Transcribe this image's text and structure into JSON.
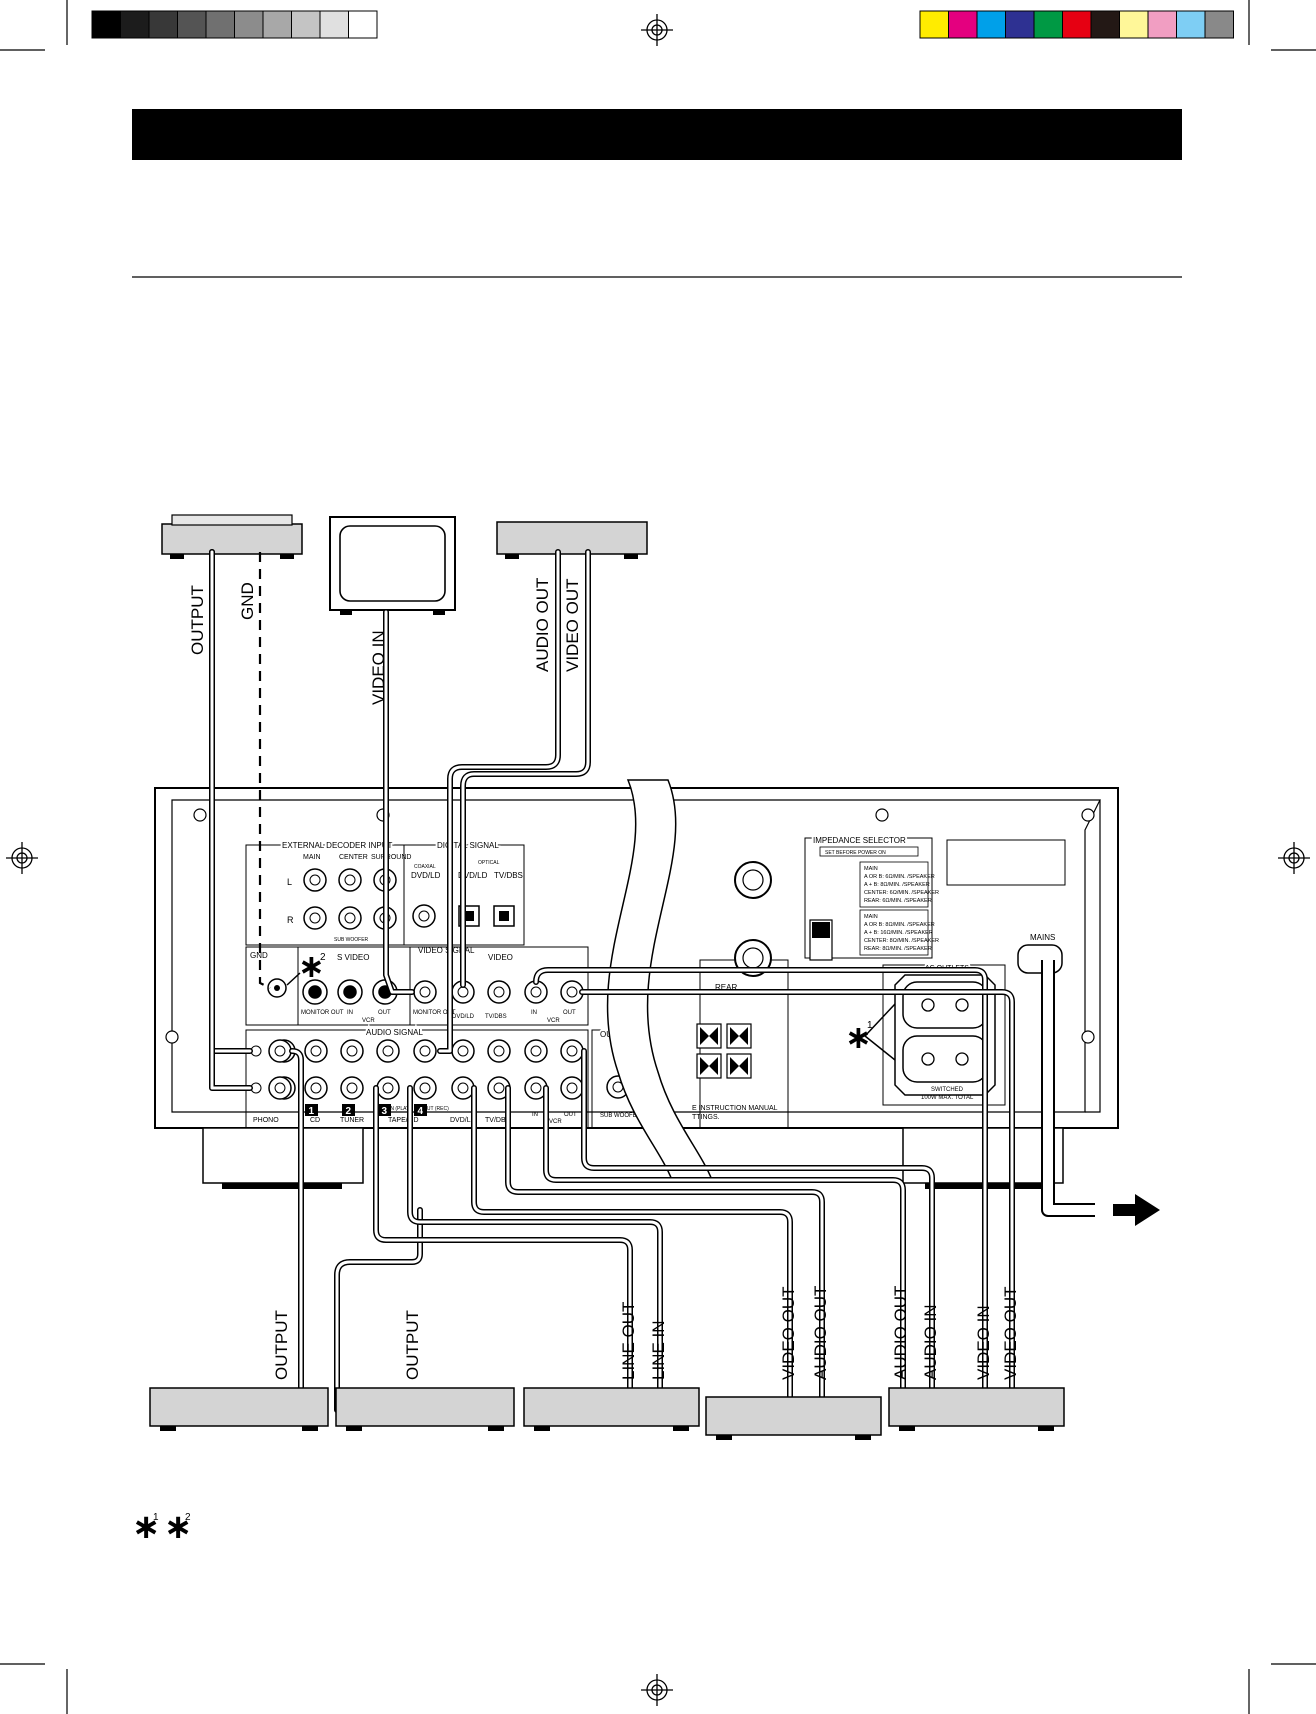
{
  "header_bar": {
    "text": ""
  },
  "calibration": {
    "gray_steps": [
      "#000000",
      "#1c1c1c",
      "#383838",
      "#545454",
      "#707070",
      "#8c8c8c",
      "#a8a8a8",
      "#c4c4c4",
      "#e0e0e0",
      "#ffffff"
    ],
    "color_steps": [
      "#ffec00",
      "#e4007f",
      "#00a0e9",
      "#2e3192",
      "#009944",
      "#e60012",
      "#231815",
      "#fff799",
      "#f19ec2",
      "#7ecef4",
      "#898989"
    ]
  },
  "top_devices": {
    "left": {
      "labels": [
        "OUTPUT",
        "GND"
      ]
    },
    "tv": {
      "labels": [
        "VIDEO IN"
      ]
    },
    "right": {
      "labels": [
        "AUDIO OUT",
        "VIDEO OUT"
      ]
    }
  },
  "bottom_devices": [
    {
      "labels": [
        "OUTPUT"
      ]
    },
    {
      "labels": [
        "OUTPUT"
      ]
    },
    {
      "labels": [
        "LINE OUT",
        "LINE IN"
      ]
    },
    {
      "labels": [
        "VIDEO OUT",
        "AUDIO OUT"
      ]
    },
    {
      "labels": [
        "AUDIO OUT",
        "AUDIO IN",
        "VIDEO IN",
        "VIDEO OUT"
      ]
    }
  ],
  "receiver": {
    "ext_decoder": {
      "title": "EXTERNAL DECODER INPUT",
      "cols": [
        "MAIN",
        "CENTER",
        "SURROUND"
      ],
      "sub": "SUB WOOFER",
      "lr": [
        "L",
        "R"
      ]
    },
    "digital": {
      "title": "DIGITAL SIGNAL",
      "coaxial": "COAXIAL",
      "optical": "OPTICAL",
      "c1": "DVD/LD",
      "c2": "DVD/LD",
      "c3": "TV/DBS"
    },
    "gnd": "GND",
    "svideo": {
      "title": "S VIDEO",
      "labels": [
        "MONITOR OUT",
        "IN",
        "OUT"
      ],
      "group": "VCR"
    },
    "video_signal": {
      "title": "VIDEO SIGNAL",
      "video": "VIDEO",
      "labels": [
        "MONITOR OUT",
        "DVD/LD",
        "TV/DBS",
        "IN",
        "OUT"
      ],
      "group": "VCR"
    },
    "audio_signal": {
      "title": "AUDIO SIGNAL",
      "labels": [
        "PHONO",
        "CD",
        "TUNER",
        "TAPE/MD",
        "DVD/LD",
        "TV/DBS",
        "IN",
        "OUT"
      ],
      "nums": [
        "1",
        "2",
        "3",
        "4"
      ],
      "tape_in": "IN (PLAY)",
      "tape_out": "OUT (REC)",
      "group": "VCR"
    },
    "output": {
      "title": "OUTPUT",
      "sub": "SUB WOOFER"
    },
    "rear": {
      "title": "REAR"
    },
    "impedance": {
      "title": "IMPEDANCE SELECTOR",
      "sub": "SET BEFORE POWER ON",
      "box1": [
        "MAIN",
        "A OR B: 6Ω/MIN. /SPEAKER",
        "A + B: 8Ω/MIN. /SPEAKER",
        "CENTER: 6Ω/MIN. /SPEAKER",
        "REAR: 6Ω/MIN. /SPEAKER"
      ],
      "box2": [
        "MAIN",
        "A OR B: 8Ω/MIN. /SPEAKER",
        "A + B: 16Ω/MIN. /SPEAKER",
        "CENTER: 8Ω/MIN. /SPEAKER",
        "REAR: 8Ω/MIN. /SPEAKER"
      ]
    },
    "mains": "MAINS",
    "outlet": {
      "title": "AC OUTLETS",
      "line1": "SWITCHED",
      "line2": "100W MAX. TOTAL"
    },
    "manual_note": [
      "E INSTRUCTION MANUAL",
      "TTINGS."
    ]
  },
  "notes": {
    "star1_sup": "1",
    "star2_sup": "2"
  }
}
